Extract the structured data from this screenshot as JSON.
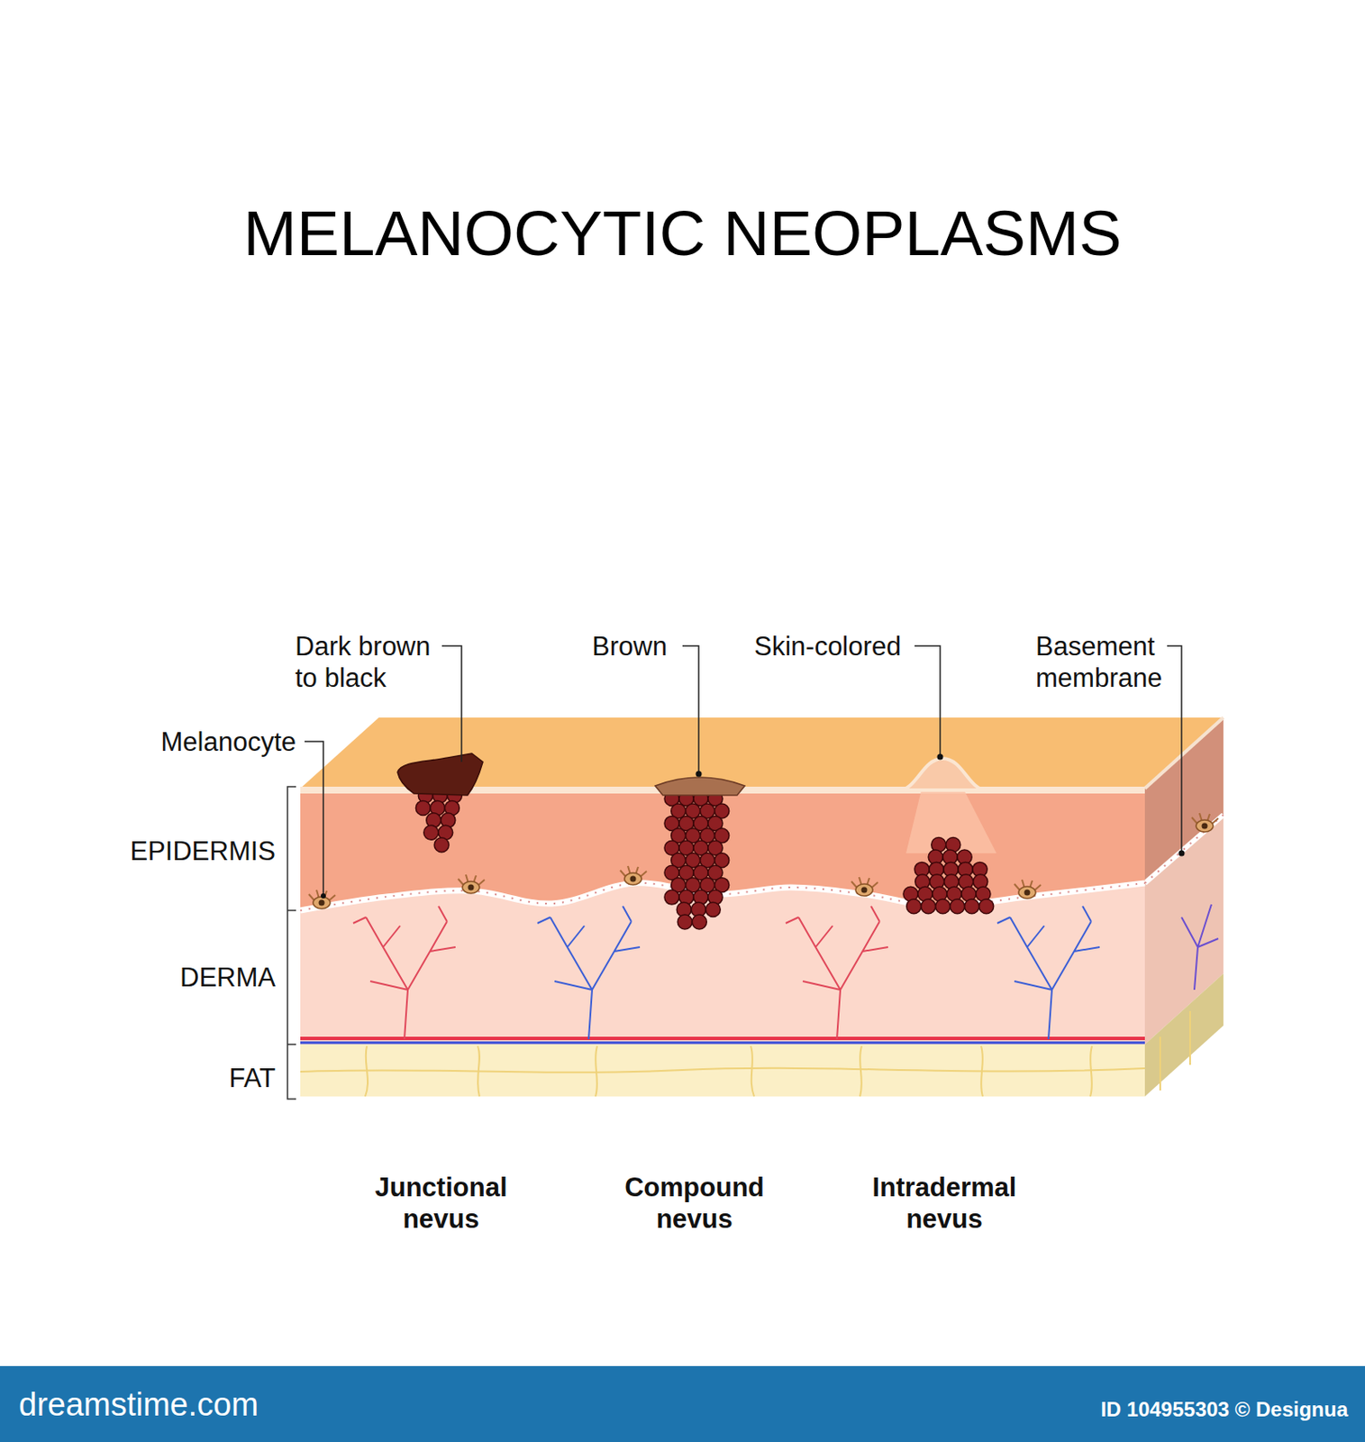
{
  "diagram": {
    "title": "MELANOCYTIC NEOPLASMS",
    "labels": [
      "Dark brown to black",
      "Brown",
      "Skin-colored",
      "Basement membrane",
      "Melanocyte",
      "EPIDERMIS",
      "DERMA",
      "FAT",
      "Junctional nevus",
      "Compound nevus",
      "Intradermal nevus",
      "dreamstime.com",
      "ID 104955303 © Designua"
    ]
  }
}
